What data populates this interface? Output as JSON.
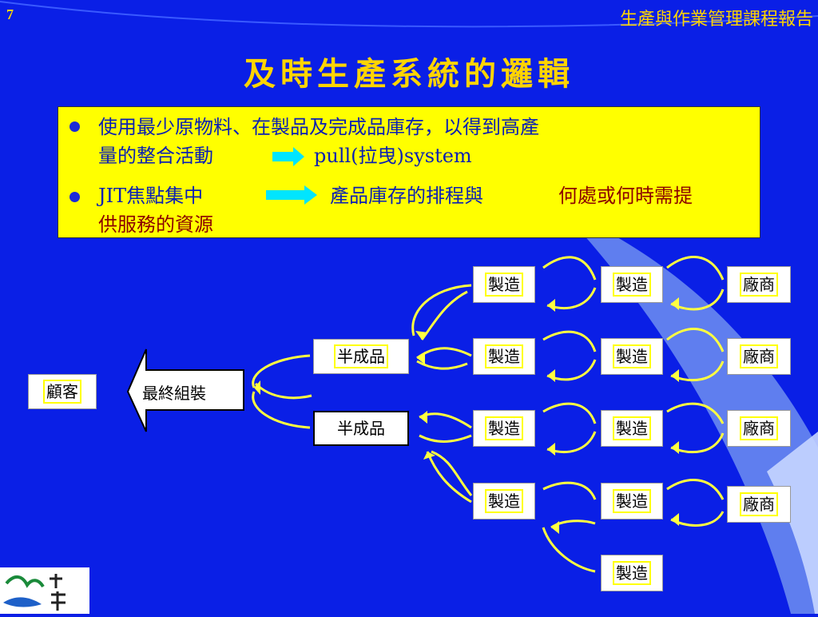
{
  "header": {
    "slide_number": "7",
    "course_title": "生產與作業管理課程報告"
  },
  "title": "及時生產系統的邏輯",
  "bullets": [
    {
      "line1": "使用最少原物料、在製品及完成品庫存，以得到高產",
      "line2_a": "量的整合活動",
      "line2_b": "pull(拉曳)system"
    },
    {
      "line1_a": "JIT焦點集中",
      "line1_b": "產品庫存的排程與",
      "line1_c": "何處或何時需提",
      "line2": "供服務的資源"
    }
  ],
  "diagram": {
    "customer": "顧客",
    "final_assembly": "最終組裝",
    "subassembly_1": "半成品",
    "subassembly_2": "半成品",
    "mfg_col1": [
      "製造",
      "製造",
      "製造",
      "製造"
    ],
    "mfg_col2": [
      "製造",
      "製造",
      "製造",
      "製造",
      "製造"
    ],
    "vendors": [
      "廠商",
      "廠商",
      "廠商",
      "廠商"
    ]
  },
  "colors": {
    "background": "#0a1fe6",
    "accent": "#ffd400",
    "box": "#ffff00",
    "arrow": "#00e5ff"
  },
  "icons": [
    "bullet-dot-icon",
    "right-arrow-icon",
    "university-logo-icon"
  ]
}
